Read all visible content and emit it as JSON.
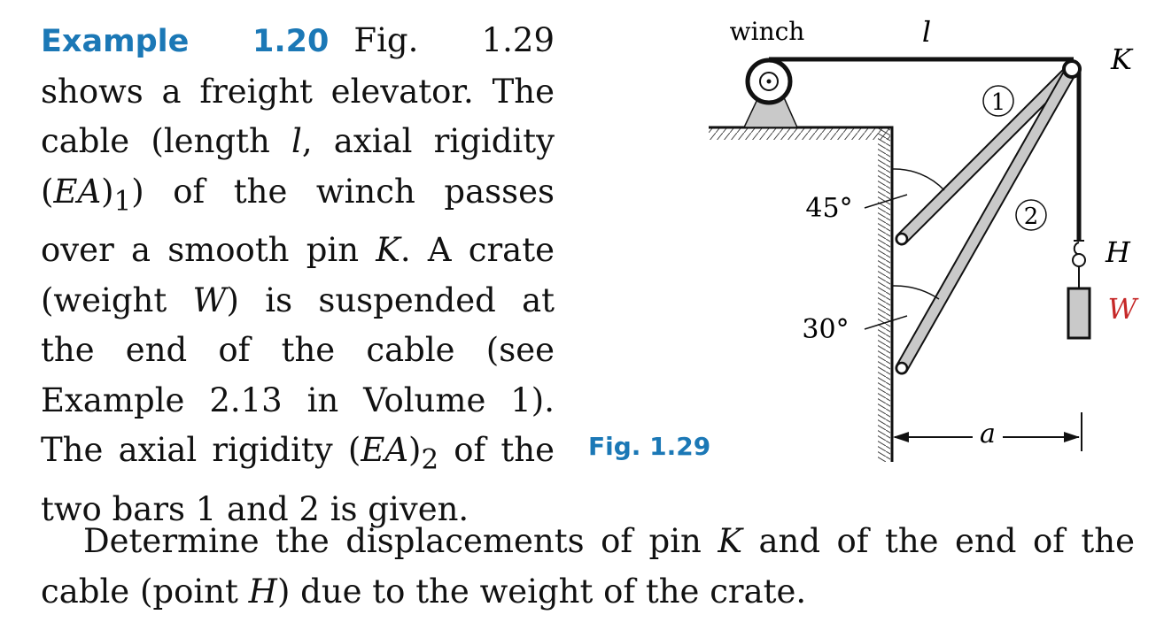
{
  "example": {
    "label": "Example 1.20",
    "text_1": "Fig. 1.29 shows a freight elevator. The cable (length ",
    "var_l": "l",
    "text_2": ", axial rigidity (",
    "var_EA1": "EA",
    "text_3": ")",
    "sub_1": "1",
    "text_4": ") of the winch passes over a smooth pin ",
    "var_K": "K",
    "text_5": ". A crate (weight ",
    "var_W": "W",
    "text_6": ") is suspended at the end of the cable (see Example 2.13 in Volume 1). The axial rigidity (",
    "var_EA2": "EA",
    "text_7": ")",
    "sub_2": "2",
    "text_8": " of the two bars 1 and 2 is given."
  },
  "question": {
    "text_1": "Determine the displacements of pin ",
    "var_K": "K",
    "text_2": " and of the end of the cable (point ",
    "var_H": "H",
    "text_3": ") due to the weight of the crate."
  },
  "figure": {
    "caption": "Fig. 1.29",
    "labels": {
      "winch": "winch",
      "length": "l",
      "pin": "K",
      "end": "H",
      "weight": "W",
      "bar1": "1",
      "bar2": "2",
      "angle1": "45°",
      "angle2": "30°",
      "distance": "a"
    },
    "colors": {
      "bar_fill": "#c9c9c9",
      "weight_label": "#c62828",
      "accent": "#1b78b6"
    }
  }
}
